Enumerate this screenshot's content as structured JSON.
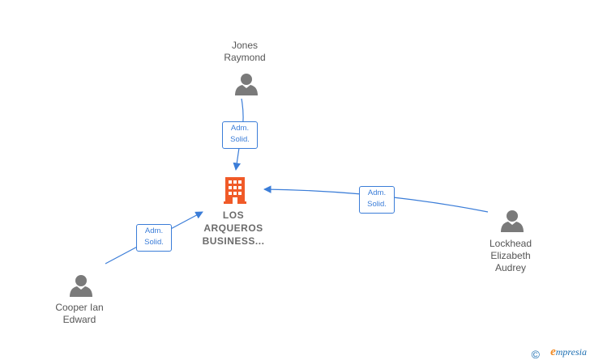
{
  "company": {
    "name_line1": "LOS",
    "name_line2": "ARQUEROS",
    "name_line3": "BUSINESS...",
    "icon": "building-icon",
    "color": "#f05a28"
  },
  "persons": [
    {
      "id": "jones",
      "line1": "Jones",
      "line2": "Raymond",
      "line3": "",
      "icon": "person-icon"
    },
    {
      "id": "cooper",
      "line1": "Cooper Ian",
      "line2": "Edward",
      "line3": "",
      "icon": "person-icon"
    },
    {
      "id": "lockhead",
      "line1": "Lockhead",
      "line2": "Elizabeth",
      "line3": "Audrey",
      "icon": "person-icon"
    }
  ],
  "edges": [
    {
      "from": "jones",
      "line1": "Adm.",
      "line2": "Solid."
    },
    {
      "from": "cooper",
      "line1": "Adm.",
      "line2": "Solid."
    },
    {
      "from": "lockhead",
      "line1": "Adm.",
      "line2": "Solid."
    }
  ],
  "colors": {
    "edge": "#3b7dd8",
    "person": "#7a7a7a",
    "text": "#555555"
  },
  "watermark": {
    "copyright": "©",
    "brand_initial": "e",
    "brand_rest": "mpresia"
  }
}
